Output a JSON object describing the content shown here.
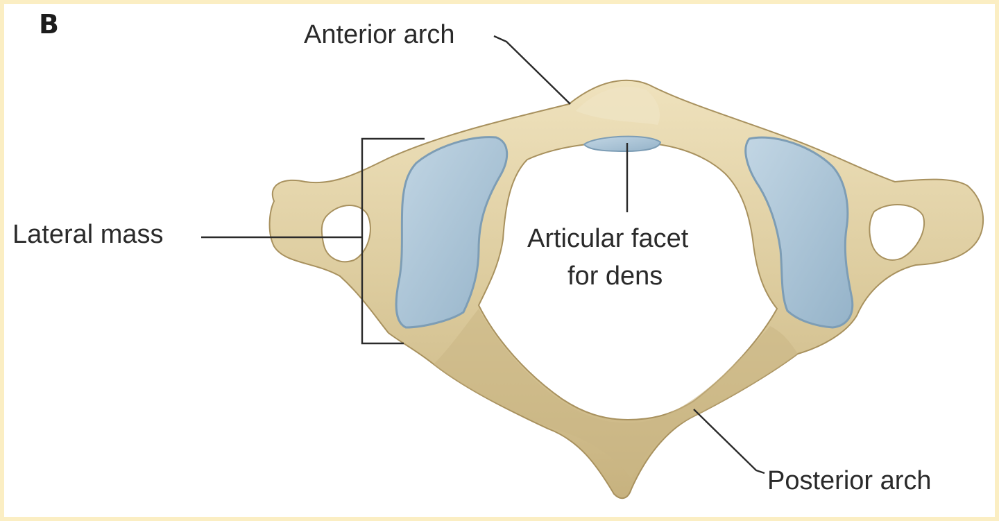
{
  "figure": {
    "panel_letter": "B",
    "labels": {
      "anterior_arch": "Anterior arch",
      "lateral_mass": "Lateral mass",
      "articular_facet_line1": "Articular facet",
      "articular_facet_line2": "for dens",
      "posterior_arch": "Posterior arch"
    },
    "colors": {
      "bone": "#dccb9d",
      "bone_shadow": "#b8a171",
      "bone_highlight": "#efe4c3",
      "cartilage": "#a9c3d6",
      "cartilage_edge": "#7d9db5",
      "background": "#ffffff",
      "frame": "#fbeec3"
    }
  }
}
